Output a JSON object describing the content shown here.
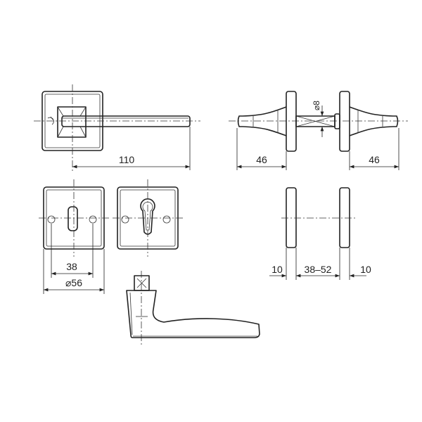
{
  "dimensions": {
    "lever_length": "110",
    "knob_left_length": "46",
    "knob_right_length": "46",
    "spindle_diameter": "⌀8",
    "screw_spacing": "38",
    "rose_diameter": "⌀56",
    "rose_thickness_left": "10",
    "door_thickness": "38–52",
    "rose_thickness_right": "10"
  }
}
